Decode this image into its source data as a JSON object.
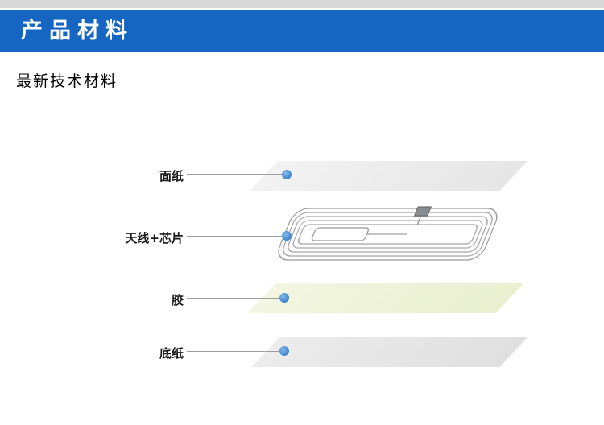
{
  "top_strip_color": "#d9d9d9",
  "header": {
    "title": "产品材料",
    "background": "#1566c2",
    "text_color": "#ffffff"
  },
  "subtitle": "最新技术材料",
  "diagram": {
    "layers": [
      {
        "label": "面纸",
        "kind": "sheet",
        "fill": "#e9e9e9"
      },
      {
        "label": "天线+芯片",
        "kind": "inlay",
        "fill": "#ffffff"
      },
      {
        "label": "胶",
        "kind": "sheet",
        "fill": "#eef2d8"
      },
      {
        "label": "底纸",
        "kind": "sheet",
        "fill": "#e4e4e4"
      }
    ],
    "marker_color": "#4a8fd3",
    "connector_color": "#9f9f9f",
    "inlay_stroke_color": "#9b9b9b"
  }
}
